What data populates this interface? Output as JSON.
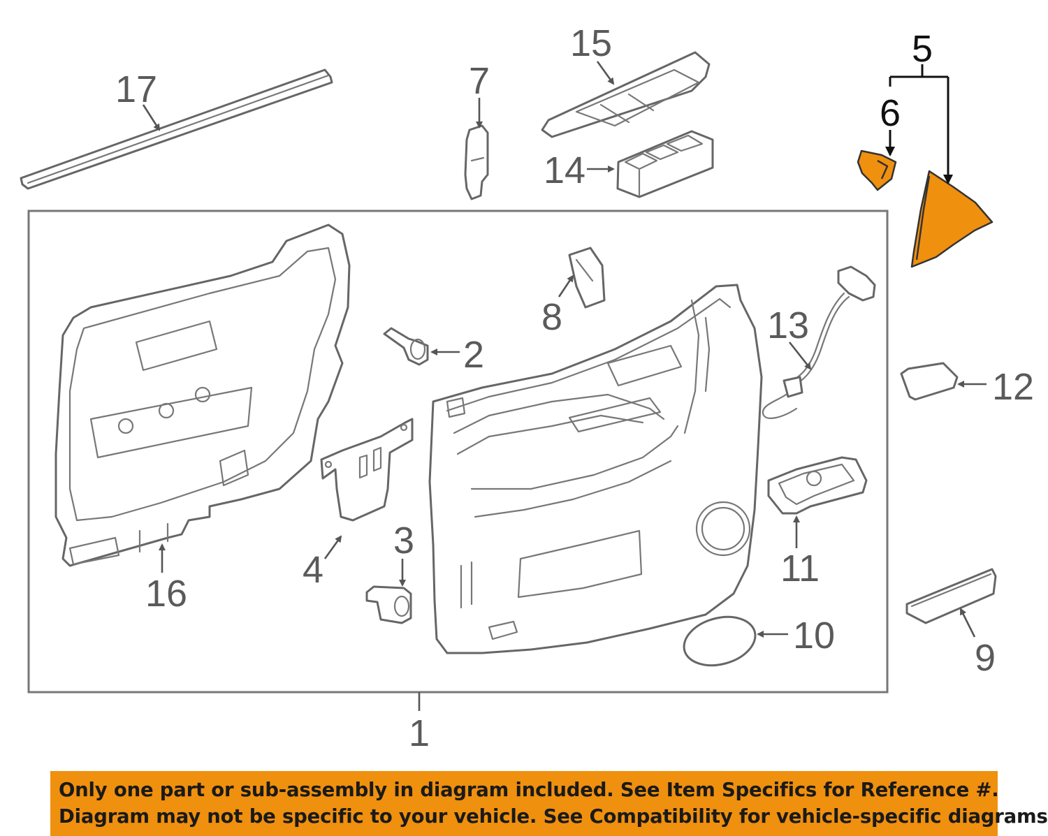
{
  "colors": {
    "highlight": "#f0900f",
    "line": "#666666",
    "text": "#5a5a5a",
    "banner": "#f0900f"
  },
  "callouts": {
    "c1": "1",
    "c2": "2",
    "c3": "3",
    "c4": "4",
    "c5": "5",
    "c6": "6",
    "c7": "7",
    "c8": "8",
    "c9": "9",
    "c10": "10",
    "c11": "11",
    "c12": "12",
    "c13": "13",
    "c14": "14",
    "c15": "15",
    "c16": "16",
    "c17": "17"
  },
  "highlighted_parts": [
    "5",
    "6"
  ],
  "disclaimer": {
    "line1": "Only one part or sub-assembly in diagram included. See Item Specifics for Reference #.",
    "line2": "Diagram may not be specific to your vehicle. See Compatibility for vehicle-specific diagrams."
  }
}
